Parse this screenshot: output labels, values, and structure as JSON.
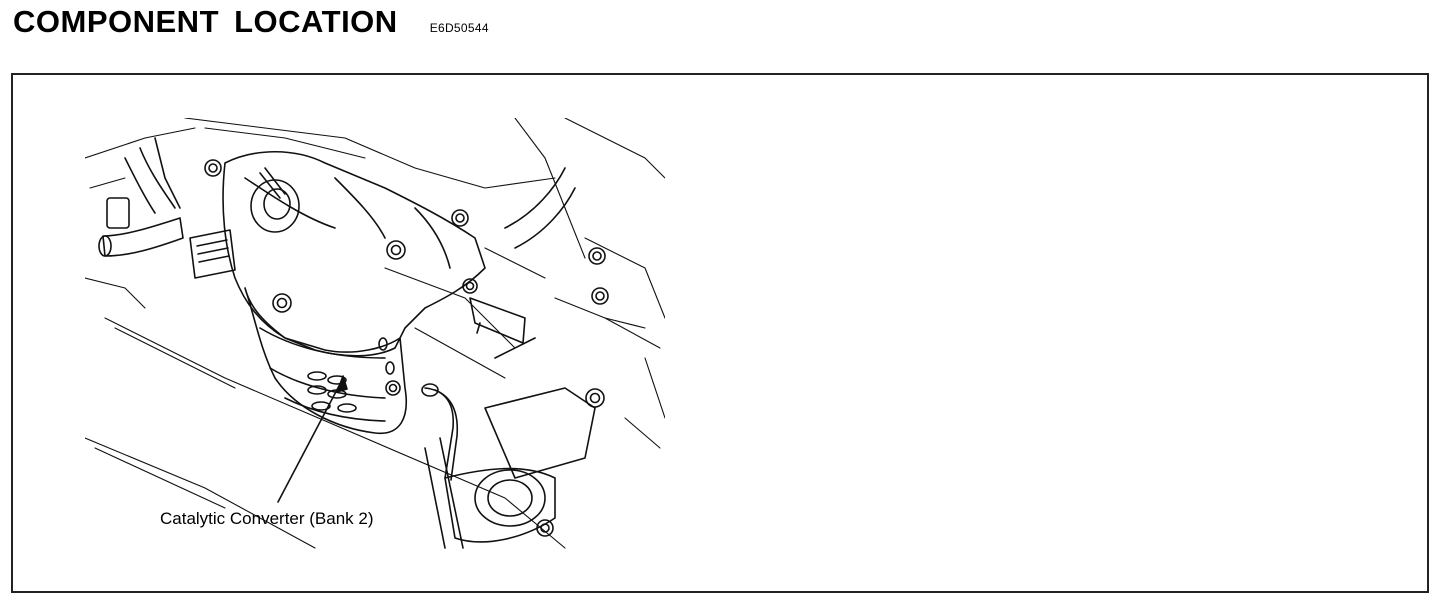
{
  "header": {
    "title": "COMPONENT  LOCATION",
    "code": "E6D50544"
  },
  "figure": {
    "callout": "Catalytic Converter (Bank 2)"
  }
}
